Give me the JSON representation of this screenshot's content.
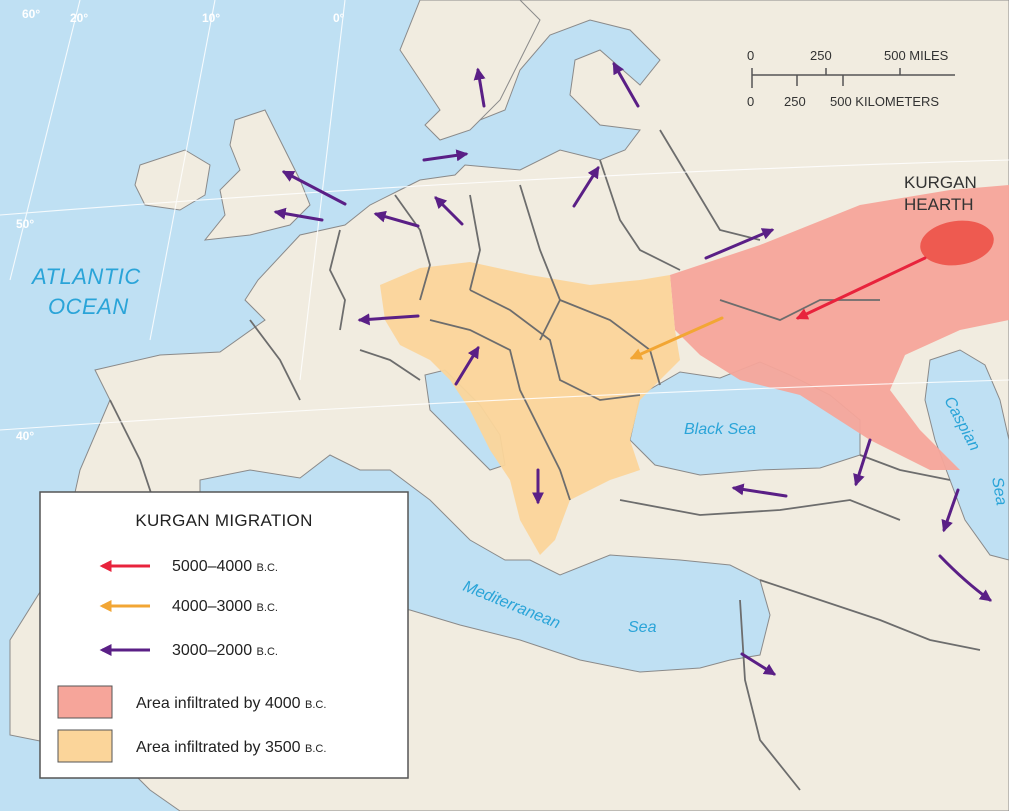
{
  "legend": {
    "title": "KURGAN MIGRATION",
    "items": [
      {
        "range": "5000–4000",
        "era": "B.C.",
        "color": "#e8233c"
      },
      {
        "range": "4000–3000",
        "era": "B.C.",
        "color": "#f2a634"
      },
      {
        "range": "3000–2000",
        "era": "B.C.",
        "color": "#5a1f86"
      }
    ],
    "areas": [
      {
        "label": "Area infiltrated by 4000",
        "era": "B.C.",
        "color": "#f6a59a"
      },
      {
        "label": "Area infiltrated by 3500",
        "era": "B.C.",
        "color": "#fbd59a"
      }
    ]
  },
  "labels": {
    "hearth_line1": "KURGAN",
    "hearth_line2": "HEARTH",
    "atlantic_line1": "ATLANTIC",
    "atlantic_line2": "OCEAN",
    "black_sea": "Black Sea",
    "caspian_1": "Caspian",
    "caspian_2": "Sea",
    "mediterranean_1": "Mediterranean",
    "mediterranean_2": "Sea"
  },
  "graticule": {
    "lon_60": "60°",
    "lon_20": "20°",
    "lon_10": "10°",
    "lon_0": "0°",
    "lat_50": "50°",
    "lat_40": "40°"
  },
  "scale": {
    "miles_0": "0",
    "miles_250": "250",
    "miles_500": "500 MILES",
    "km_0": "0",
    "km_250": "250",
    "km_500": "500 KILOMETERS"
  },
  "colors": {
    "water": "#bfe0f3",
    "land": "#f1ece0",
    "border": "#6d6d6d",
    "zone_4000": "#f6a59a",
    "zone_3500": "#fbd59a",
    "hearth": "#ee5a50",
    "arrow_5000": "#e8233c",
    "arrow_4000": "#f2a634",
    "arrow_3000": "#5a1f86"
  }
}
